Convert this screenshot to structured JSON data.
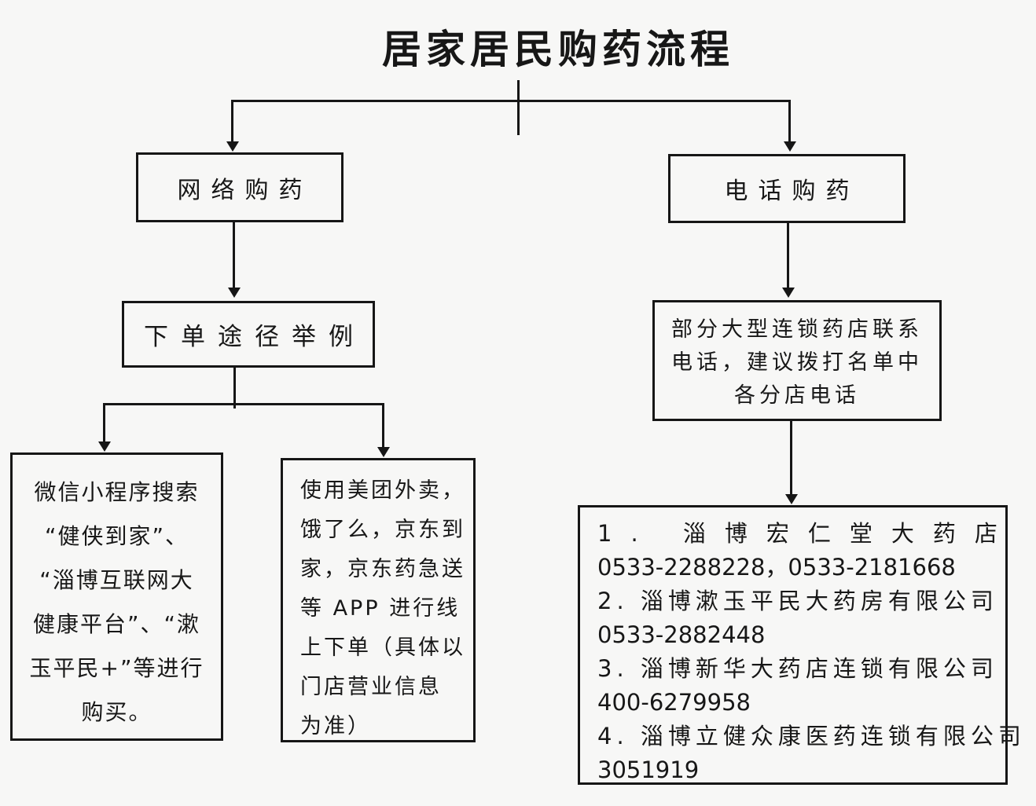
{
  "page": {
    "title": "居家居民购药流程",
    "background_color": "#f7f7f6",
    "line_color": "#161616"
  },
  "nodes": {
    "online": {
      "label": "网络购药"
    },
    "phone": {
      "label": "电话购药"
    },
    "order_examples": {
      "label": "下单途径举例"
    },
    "chain_info": {
      "lines": [
        "部分大型连锁药店联系",
        "电话，建议拨打名单中",
        "各分店电话"
      ]
    },
    "wechat_note": {
      "lines": [
        "微信小程序搜索",
        "“健侠到家”、",
        "“淄博互联网大",
        "健康平台”、“漱",
        "玉平民+”等进行",
        "购买。"
      ]
    },
    "apps_note": {
      "lines": [
        "使用美团外卖，",
        "饿了么，京东到",
        "家，京东药急送",
        "等 APP 进行线",
        "上下单（具体以",
        "门店营业信息",
        "为准）"
      ]
    },
    "pharmacy_list": {
      "lines": [
        "1. 淄博宏仁堂大药店",
        "0533-2288228，0533-2181668",
        "2. 淄博漱玉平民大药房有限公司",
        "0533-2882448",
        "3. 淄博新华大药店连锁有限公司",
        "400-6279958",
        "4. 淄博立健众康医药连锁有限公司",
        "3051919"
      ]
    }
  }
}
